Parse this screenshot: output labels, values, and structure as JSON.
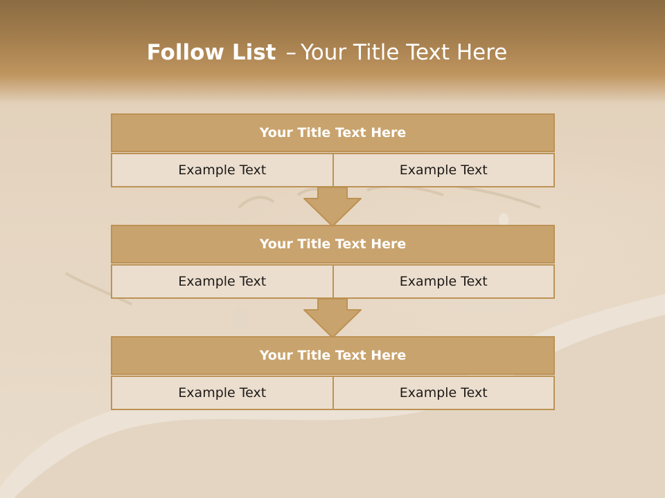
{
  "title": {
    "bold": "Follow List",
    "separator": "–",
    "rest": "Your Title Text Here"
  },
  "blocks": [
    {
      "heading": "Your Title Text Here",
      "cells": [
        "Example Text",
        "Example Text"
      ]
    },
    {
      "heading": "Your Title Text Here",
      "cells": [
        "Example Text",
        "Example Text"
      ]
    },
    {
      "heading": "Your Title Text Here",
      "cells": [
        "Example Text",
        "Example Text"
      ]
    }
  ],
  "colors": {
    "header_fill": "#c9a36d",
    "border": "#bc9254",
    "cell_fill": "#ebdecf",
    "arrow_fill": "#c9a36d",
    "title_text": "#ffffff"
  },
  "icons": {
    "arrow": "down-arrow-icon"
  }
}
